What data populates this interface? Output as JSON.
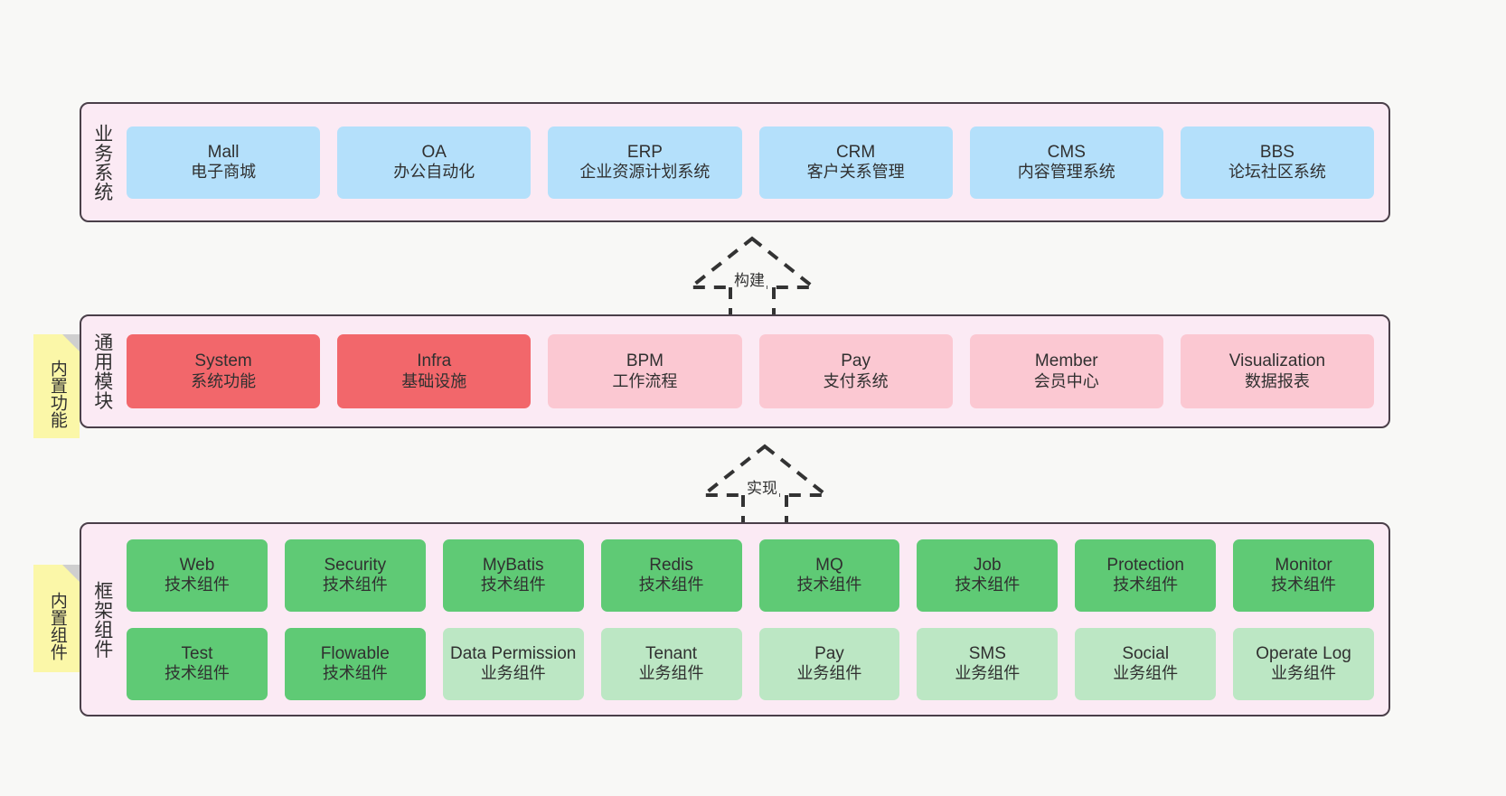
{
  "diagram": {
    "title": "ruoyi-vue-pro architecture layers",
    "background": "#f8f8f6",
    "layer_fill": "#fbeaf4",
    "layer_border": "#4a3f49"
  },
  "layers": [
    {
      "id": "business-systems",
      "label": "业务系统",
      "note": null,
      "rows": [
        {
          "tiles": [
            {
              "en": "Mall",
              "cn": "电子商城",
              "color": "#b4e0fb",
              "tone": "blue"
            },
            {
              "en": "OA",
              "cn": "办公自动化",
              "color": "#b4e0fb",
              "tone": "blue"
            },
            {
              "en": "ERP",
              "cn": "企业资源计划系统",
              "color": "#b4e0fb",
              "tone": "blue"
            },
            {
              "en": "CRM",
              "cn": "客户关系管理",
              "color": "#b4e0fb",
              "tone": "blue"
            },
            {
              "en": "CMS",
              "cn": "内容管理系统",
              "color": "#b4e0fb",
              "tone": "blue"
            },
            {
              "en": "BBS",
              "cn": "论坛社区系统",
              "color": "#b4e0fb",
              "tone": "blue"
            }
          ]
        }
      ]
    },
    {
      "id": "common-modules",
      "label": "通用模块",
      "note": "内置功能",
      "rows": [
        {
          "tiles": [
            {
              "en": "System",
              "cn": "系统功能",
              "color": "#f2676b",
              "tone": "red"
            },
            {
              "en": "Infra",
              "cn": "基础设施",
              "color": "#f2676b",
              "tone": "red"
            },
            {
              "en": "BPM",
              "cn": "工作流程",
              "color": "#fbc8d2",
              "tone": "pink"
            },
            {
              "en": "Pay",
              "cn": "支付系统",
              "color": "#fbc8d2",
              "tone": "pink"
            },
            {
              "en": "Member",
              "cn": "会员中心",
              "color": "#fbc8d2",
              "tone": "pink"
            },
            {
              "en": "Visualization",
              "cn": "数据报表",
              "color": "#fbc8d2",
              "tone": "pink"
            }
          ]
        }
      ]
    },
    {
      "id": "framework-components",
      "label": "框架组件",
      "note": "内置组件",
      "rows": [
        {
          "tiles": [
            {
              "en": "Web",
              "cn": "技术组件",
              "color": "#5fca75",
              "tone": "green"
            },
            {
              "en": "Security",
              "cn": "技术组件",
              "color": "#5fca75",
              "tone": "green"
            },
            {
              "en": "MyBatis",
              "cn": "技术组件",
              "color": "#5fca75",
              "tone": "green"
            },
            {
              "en": "Redis",
              "cn": "技术组件",
              "color": "#5fca75",
              "tone": "green"
            },
            {
              "en": "MQ",
              "cn": "技术组件",
              "color": "#5fca75",
              "tone": "green"
            },
            {
              "en": "Job",
              "cn": "技术组件",
              "color": "#5fca75",
              "tone": "green"
            },
            {
              "en": "Protection",
              "cn": "技术组件",
              "color": "#5fca75",
              "tone": "green"
            },
            {
              "en": "Monitor",
              "cn": "技术组件",
              "color": "#5fca75",
              "tone": "green"
            }
          ]
        },
        {
          "tiles": [
            {
              "en": "Test",
              "cn": "技术组件",
              "color": "#5fca75",
              "tone": "green"
            },
            {
              "en": "Flowable",
              "cn": "技术组件",
              "color": "#5fca75",
              "tone": "green"
            },
            {
              "en": "Data Permission",
              "cn": "业务组件",
              "color": "#bce7c4",
              "tone": "greenlight"
            },
            {
              "en": "Tenant",
              "cn": "业务组件",
              "color": "#bce7c4",
              "tone": "greenlight"
            },
            {
              "en": "Pay",
              "cn": "业务组件",
              "color": "#bce7c4",
              "tone": "greenlight"
            },
            {
              "en": "SMS",
              "cn": "业务组件",
              "color": "#bce7c4",
              "tone": "greenlight"
            },
            {
              "en": "Social",
              "cn": "业务组件",
              "color": "#bce7c4",
              "tone": "greenlight"
            },
            {
              "en": "Operate Log",
              "cn": "业务组件",
              "color": "#bce7c4",
              "tone": "greenlight"
            }
          ]
        }
      ]
    }
  ],
  "connectors": [
    {
      "id": "build",
      "label": "构建",
      "style": "dashed-hollow-triangle-up"
    },
    {
      "id": "realize",
      "label": "实现",
      "style": "dashed-hollow-triangle-up"
    }
  ]
}
